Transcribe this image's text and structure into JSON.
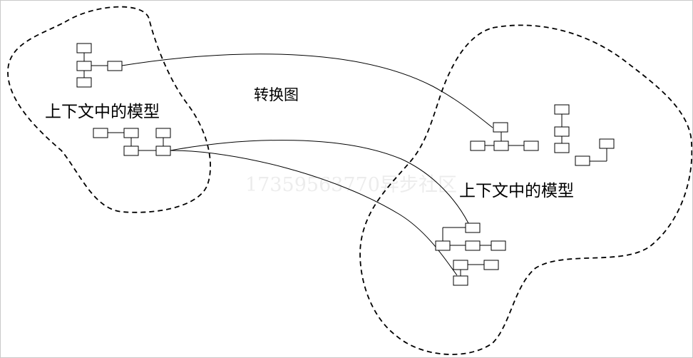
{
  "left_context": {
    "label": "上下文中的模型"
  },
  "right_context": {
    "label": "上下文中的模型"
  },
  "translation_map": {
    "label": "转换图"
  },
  "watermark": "17359563770异步社区",
  "colors": {
    "stroke": "#000000",
    "background": "#ffffff",
    "border": "#c9c9c9"
  }
}
